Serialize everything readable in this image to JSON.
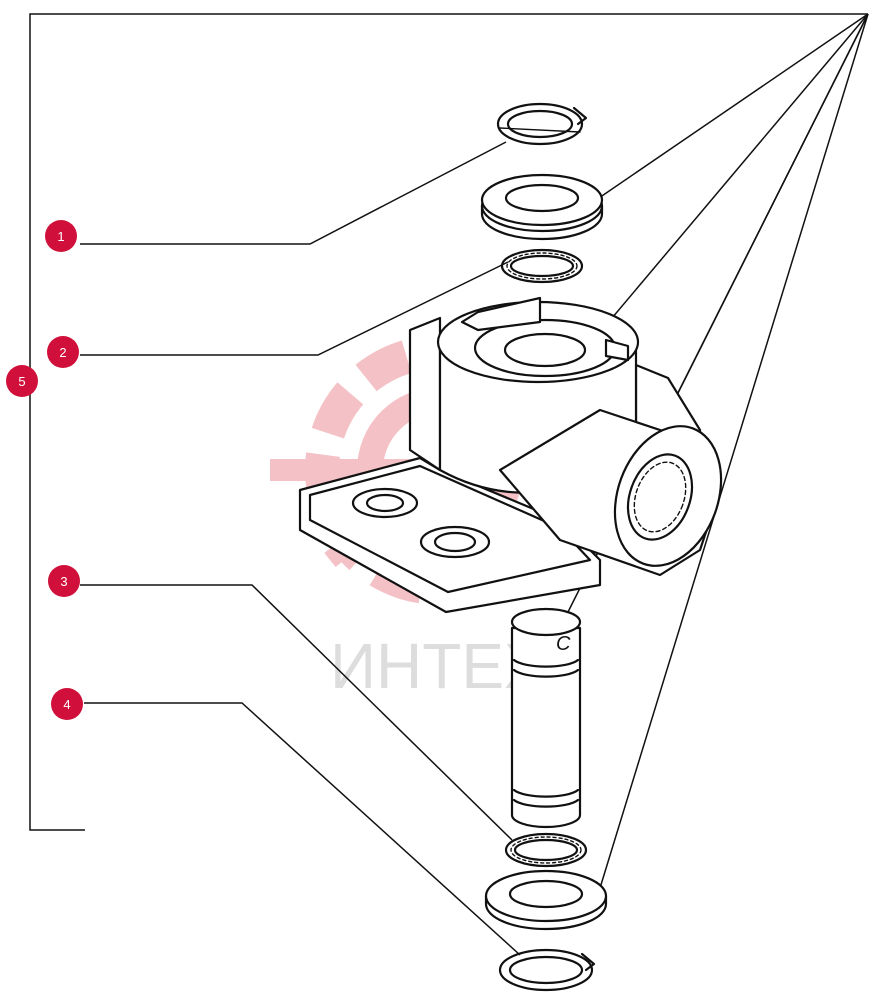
{
  "watermark": {
    "text": "ИНТЕХ",
    "gear_color": "#f3b8bd",
    "text_color": "#d8d8d8"
  },
  "callout_color": "#d0103a",
  "callouts": [
    {
      "label": "1",
      "part": "retaining-ring-top"
    },
    {
      "label": "2",
      "part": "spring-washer-top"
    },
    {
      "label": "3",
      "part": "spring-washer-bottom"
    },
    {
      "label": "4",
      "part": "retaining-ring-bottom"
    },
    {
      "label": "5",
      "part": "assembly-kit"
    }
  ],
  "pin_mark": "C"
}
